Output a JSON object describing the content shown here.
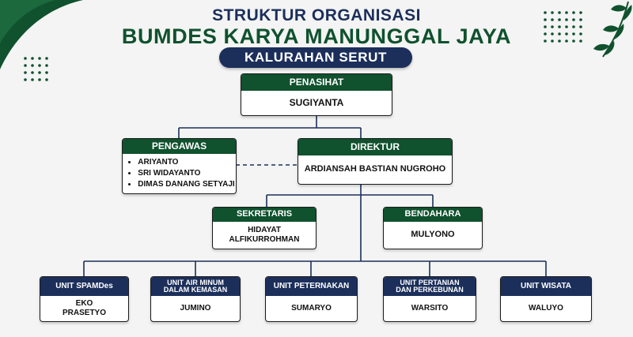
{
  "title": {
    "line1": "STRUKTUR ORGANISASI",
    "line2": "BUMDES KARYA MANUNGGAL JAYA",
    "line3": "KALURAHAN SERUT"
  },
  "colors": {
    "green": "#10512e",
    "navy": "#1c2f5b",
    "background": "#f3f4f3"
  },
  "decor": {
    "top_left": "green-corner-swoosh",
    "top_right": "leaf-branch-icon",
    "dots": "dot-grid"
  },
  "penasihat": {
    "role": "PENASIHAT",
    "name": "SUGIYANTA"
  },
  "pengawas": {
    "role": "PENGAWAS",
    "members": [
      "ARIYANTO",
      "SRI WIDAYANTO",
      "DIMAS DANANG SETYAJI"
    ]
  },
  "direktur": {
    "role": "DIREKTUR",
    "name": "ARDIANSAH BASTIAN NUGROHO"
  },
  "sekretaris": {
    "role": "SEKRETARIS",
    "name": "HIDAYAT ALFIKURROHMAN"
  },
  "bendahara": {
    "role": "BENDAHARA",
    "name": "MULYONO"
  },
  "units": [
    {
      "role": "UNIT SPAMDes",
      "name": "EKO PRASETYO"
    },
    {
      "role": "UNIT AIR MINUM DALAM KEMASAN",
      "name": "JUMINO"
    },
    {
      "role": "UNIT PETERNAKAN",
      "name": "SUMARYO"
    },
    {
      "role": "UNIT PERTANIAN DAN PERKEBUNAN",
      "name": "WARSITO"
    },
    {
      "role": "UNIT WISATA",
      "name": "WALUYO"
    }
  ]
}
